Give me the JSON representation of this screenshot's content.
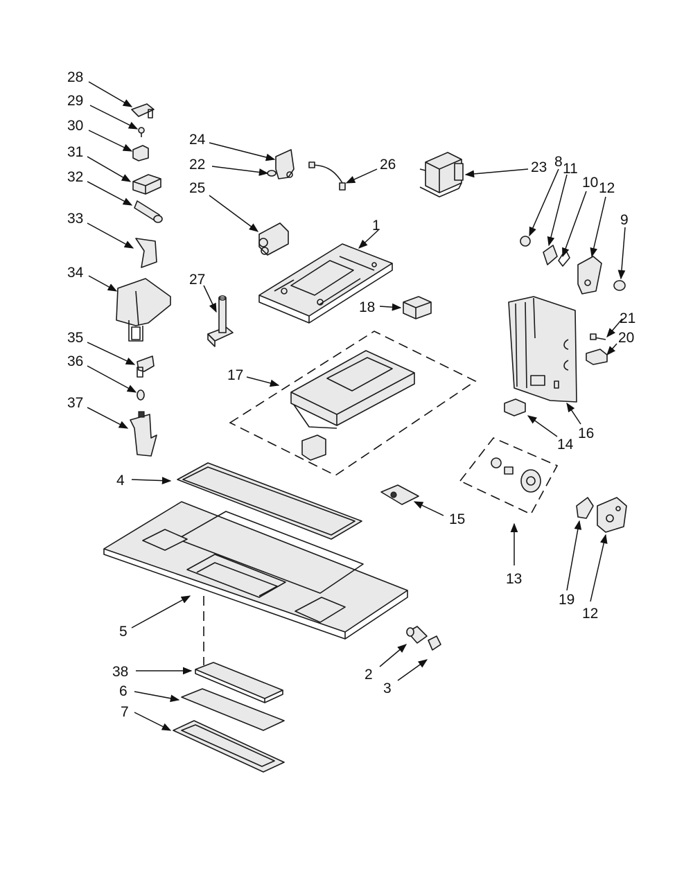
{
  "callouts": [
    {
      "id": "c1",
      "label": "1"
    },
    {
      "id": "c2",
      "label": "2"
    },
    {
      "id": "c3",
      "label": "3"
    },
    {
      "id": "c4",
      "label": "4"
    },
    {
      "id": "c5",
      "label": "5"
    },
    {
      "id": "c6",
      "label": "6"
    },
    {
      "id": "c7",
      "label": "7"
    },
    {
      "id": "c8",
      "label": "8"
    },
    {
      "id": "c9",
      "label": "9"
    },
    {
      "id": "c10",
      "label": "10"
    },
    {
      "id": "c11",
      "label": "11"
    },
    {
      "id": "c12a",
      "label": "12"
    },
    {
      "id": "c12b",
      "label": "12"
    },
    {
      "id": "c13",
      "label": "13"
    },
    {
      "id": "c14",
      "label": "14"
    },
    {
      "id": "c15",
      "label": "15"
    },
    {
      "id": "c16",
      "label": "16"
    },
    {
      "id": "c17",
      "label": "17"
    },
    {
      "id": "c18",
      "label": "18"
    },
    {
      "id": "c19",
      "label": "19"
    },
    {
      "id": "c20",
      "label": "20"
    },
    {
      "id": "c21",
      "label": "21"
    },
    {
      "id": "c22",
      "label": "22"
    },
    {
      "id": "c23",
      "label": "23"
    },
    {
      "id": "c24",
      "label": "24"
    },
    {
      "id": "c25",
      "label": "25"
    },
    {
      "id": "c26",
      "label": "26"
    },
    {
      "id": "c27",
      "label": "27"
    },
    {
      "id": "c28",
      "label": "28"
    },
    {
      "id": "c29",
      "label": "29"
    },
    {
      "id": "c30",
      "label": "30"
    },
    {
      "id": "c31",
      "label": "31"
    },
    {
      "id": "c32",
      "label": "32"
    },
    {
      "id": "c33",
      "label": "33"
    },
    {
      "id": "c34",
      "label": "34"
    },
    {
      "id": "c35",
      "label": "35"
    },
    {
      "id": "c36",
      "label": "36"
    },
    {
      "id": "c37",
      "label": "37"
    },
    {
      "id": "c38",
      "label": "38"
    }
  ]
}
